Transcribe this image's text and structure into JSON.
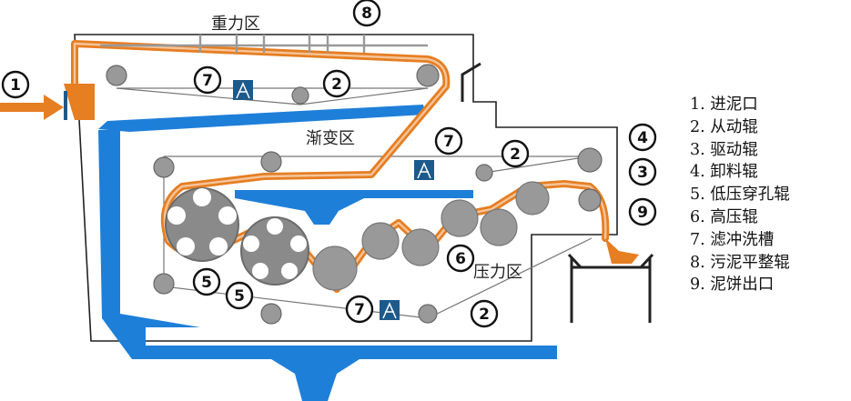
{
  "zones": {
    "gravity": "重力区",
    "wedge": "渐变区",
    "pressure": "压力区"
  },
  "callouts": {
    "inlet": "1",
    "driven": "2",
    "drive": "3",
    "discharge": "4",
    "low_pressure": "5",
    "high_pressure": "6",
    "wash": "7",
    "leveler": "8",
    "outlet": "9"
  },
  "legend": [
    "1. 进泥口",
    "2. 从动辊",
    "3. 驱动辊",
    "4. 卸料辊",
    "5. 低压穿孔辊",
    "6. 高压辊",
    "7. 滤冲洗槽",
    "8. 污泥平整辊",
    "9. 泥饼出口"
  ],
  "colors": {
    "sludge_belt": "#e67e22",
    "filtrate_tray": "#1e7fd9",
    "wash_trough": "#1d5a8c",
    "roller": "#999999",
    "frame": "#222222"
  }
}
